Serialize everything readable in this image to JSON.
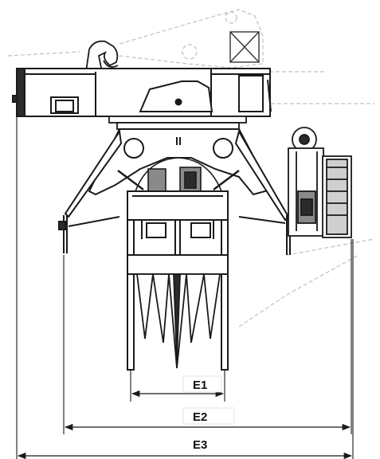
{
  "dimensions": {
    "e1": "E1",
    "e2": "E2",
    "e3": "E3"
  },
  "colors": {
    "line": "#1a1a1a",
    "fill_dark": "#2b2b2b",
    "fill_mid": "#8a8a8a",
    "fill_light": "#cfcfcf",
    "faint": "#c8c8c8"
  }
}
